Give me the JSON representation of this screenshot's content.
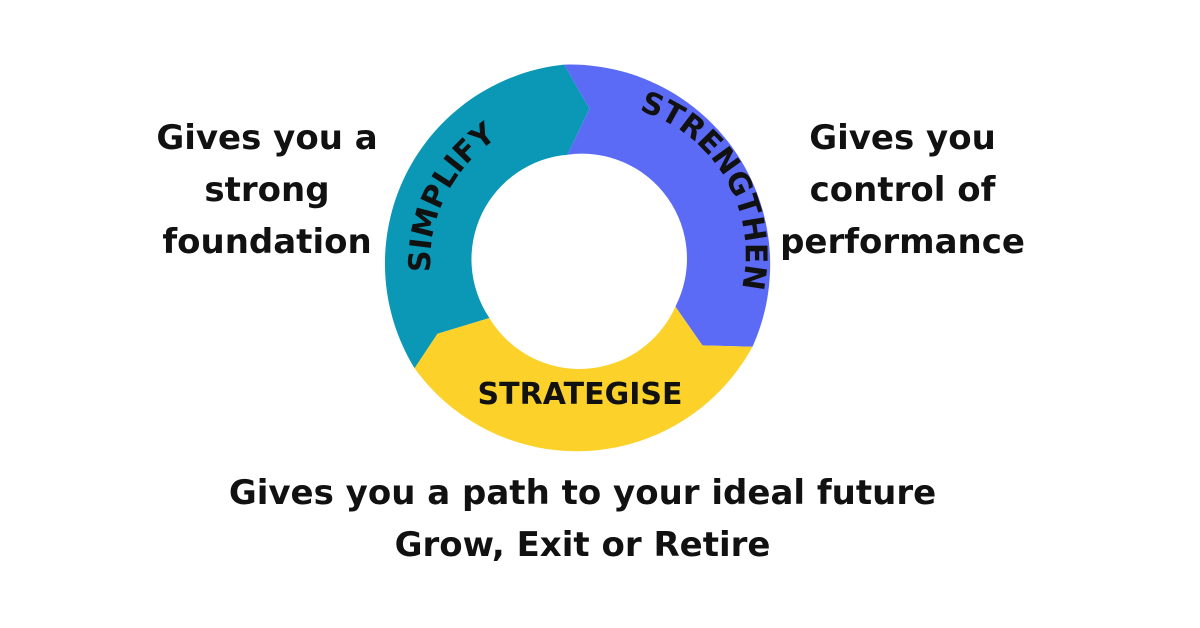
{
  "diagram": {
    "segments": [
      {
        "label": "SIMPLIFY",
        "color": "#0a98b6"
      },
      {
        "label": "STRENGTHEN",
        "color": "#5b6bf6"
      },
      {
        "label": "STRATEGISE",
        "color": "#fcd22a"
      }
    ]
  },
  "captions": {
    "left": [
      "Gives you a",
      "strong",
      "foundation"
    ],
    "right": [
      "Gives you",
      "control of",
      "performance"
    ],
    "bottom": [
      "Gives you a path to your ideal future",
      "Grow, Exit or Retire"
    ]
  }
}
